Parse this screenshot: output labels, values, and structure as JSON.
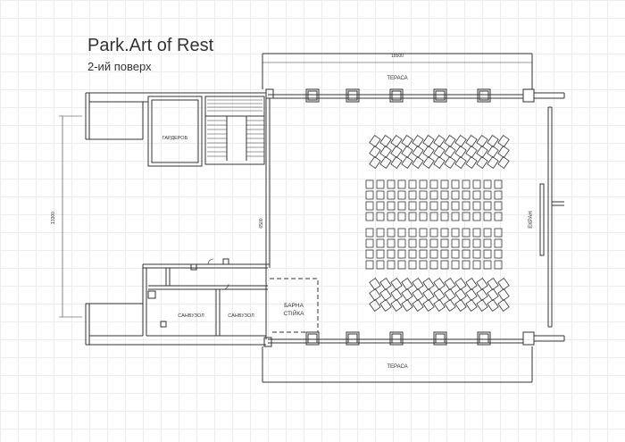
{
  "header": {
    "title": "Park.Art of Rest",
    "subtitle": "2-ий поверх"
  },
  "plan": {
    "terrace_top_label": "ТЕРАСА",
    "terrace_bottom_label": "ТЕРАСА",
    "wardrobe_label": "ГАРДЕРОБ",
    "restroom_1_label": "САНВУЗОЛ",
    "restroom_2_label": "САНВУЗОЛ",
    "bar_label_line1": "БАРНА",
    "bar_label_line2": "СТІЙКА",
    "screen_label": "ЕКРАН",
    "dim_top": "18500",
    "dim_left": "13300",
    "dim_middle": "6500"
  },
  "colors": {
    "line": "#333333",
    "grid": "#e9ecf1"
  }
}
